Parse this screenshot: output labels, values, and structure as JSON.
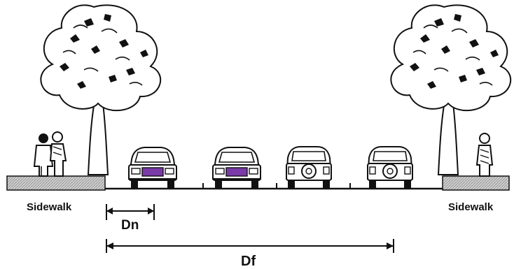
{
  "labels": {
    "sidewalk_left": "Sidewalk",
    "sidewalk_right": "Sidewalk",
    "near_distance": "Dn",
    "far_distance": "Df"
  },
  "icons": [
    "tree-icon",
    "pedestrians-icon",
    "car-front-icon",
    "car-rear-icon",
    "pedestrian-icon"
  ],
  "colors": {
    "ink": "#111111",
    "sidewalk_fill": "#c8c8c8",
    "headlight_accent": "#7a3aa8"
  }
}
